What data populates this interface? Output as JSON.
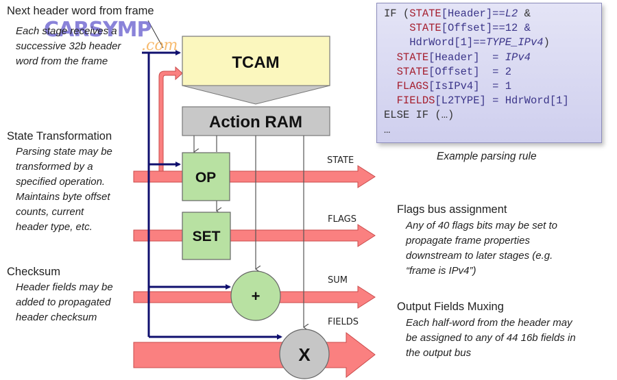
{
  "title": "Header parser stage diagram",
  "top_input": {
    "heading": "Next header  word from frame",
    "description": [
      "Each stage receives a",
      "successive 32b header",
      "word from the frame"
    ]
  },
  "watermark": {
    "main": "CARSYMP",
    "sub": ".com"
  },
  "blocks": {
    "tcam": "TCAM",
    "action_ram": "Action RAM",
    "op": "OP",
    "set": "SET",
    "sum_op": "+",
    "mux_op": "X"
  },
  "buses": {
    "state": "STATE",
    "flags": "FLAGS",
    "sum": "SUM",
    "fields": "FIELDS"
  },
  "left_notes": {
    "state_transformation": {
      "heading": "State Transformation",
      "description": [
        "Parsing state may be",
        "transformed by a",
        "specified operation.",
        "Maintains byte offset",
        "counts, current",
        "header type, etc."
      ]
    },
    "checksum": {
      "heading": "Checksum",
      "description": [
        "Header fields may be",
        "added to propagated",
        "header checksum"
      ]
    }
  },
  "right_notes": {
    "flags_bus": {
      "heading": "Flags bus assignment",
      "description": [
        "Any of 40 flags bits may be set to",
        "propagate frame properties",
        "downstream to later stages (e.g.",
        "“frame is IPv4”)"
      ]
    },
    "output_fields": {
      "heading": "Output Fields Muxing",
      "description": [
        "Each half-word from the header may",
        "be assigned to any of 44 16b fields in",
        "the output bus"
      ]
    }
  },
  "example_rule": {
    "caption": "Example parsing rule",
    "lines": [
      [
        {
          "t": "IF (",
          "c": ""
        },
        {
          "t": "STATE",
          "c": "red"
        },
        {
          "t": "[Header]==",
          "c": "blue"
        },
        {
          "t": "L2",
          "c": "it"
        },
        {
          "t": " &",
          "c": ""
        }
      ],
      [
        {
          "t": "    ",
          "c": ""
        },
        {
          "t": "STATE",
          "c": "red"
        },
        {
          "t": "[Offset]==12 &",
          "c": "blue"
        }
      ],
      [
        {
          "t": "    ",
          "c": ""
        },
        {
          "t": "HdrWord[1]==",
          "c": "blue"
        },
        {
          "t": "TYPE_IPv4",
          "c": "it"
        },
        {
          "t": ")",
          "c": ""
        }
      ],
      [
        {
          "t": "  ",
          "c": ""
        },
        {
          "t": "STATE",
          "c": "red"
        },
        {
          "t": "[Header]  = ",
          "c": "blue"
        },
        {
          "t": "IPv4",
          "c": "it"
        }
      ],
      [
        {
          "t": "  ",
          "c": ""
        },
        {
          "t": "STATE",
          "c": "red"
        },
        {
          "t": "[Offset]  = 2",
          "c": "blue"
        }
      ],
      [
        {
          "t": "  ",
          "c": ""
        },
        {
          "t": "FLAGS",
          "c": "red"
        },
        {
          "t": "[IsIPv4]  = 1",
          "c": "blue"
        }
      ],
      [
        {
          "t": "  ",
          "c": ""
        },
        {
          "t": "FIELDS",
          "c": "red"
        },
        {
          "t": "[L2TYPE] = HdrWord[1]",
          "c": "blue"
        }
      ],
      [
        {
          "t": "ELSE IF (…)",
          "c": ""
        }
      ],
      [
        {
          "t": "…",
          "c": ""
        }
      ]
    ]
  },
  "colors": {
    "bus_fill": "#fa8080",
    "bus_stroke": "#c94a4a",
    "tcam_fill": "#fbf7be",
    "action_ram_fill": "#c8c8c8",
    "op_block_fill": "#b8e1a2",
    "mux_fill": "#c6c6c6",
    "header_wire": "#0f0f6e",
    "code_red": "#a51e2e",
    "code_blue": "#3b3589"
  }
}
